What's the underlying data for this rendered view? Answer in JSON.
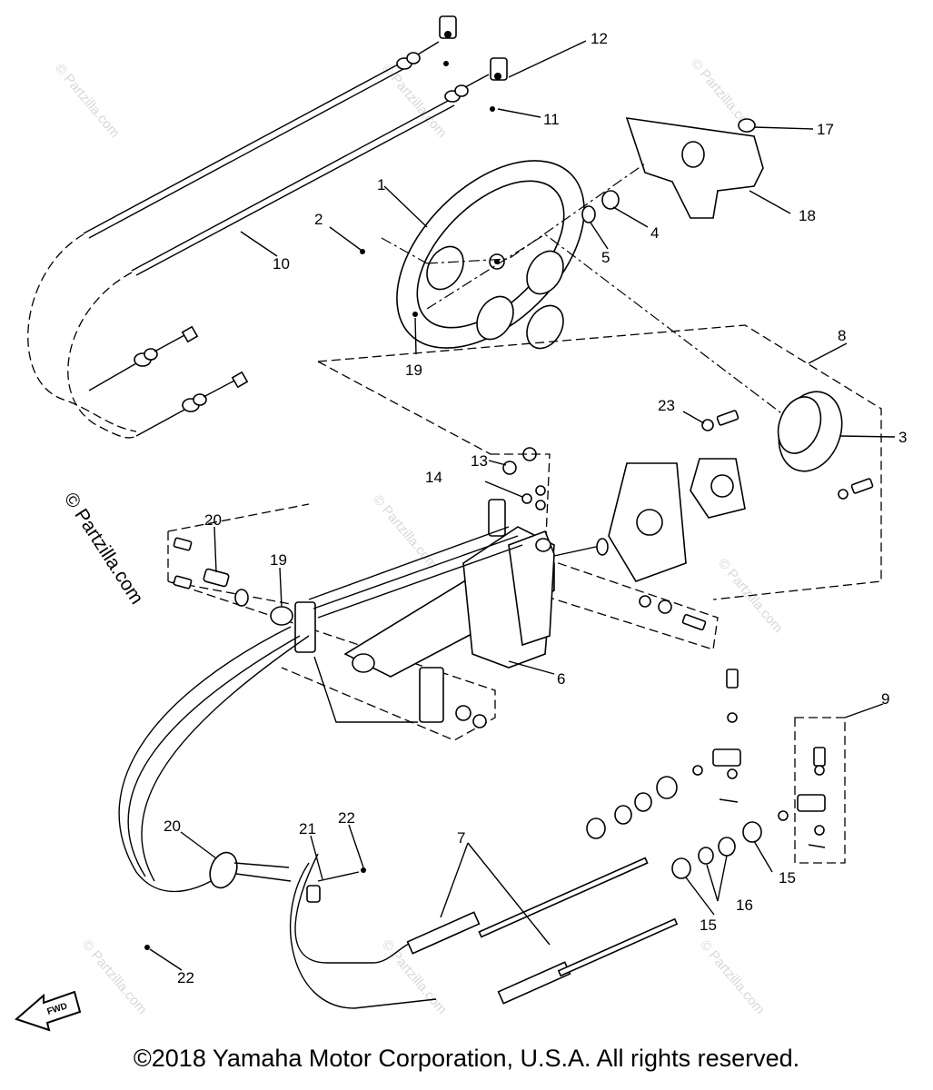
{
  "callouts": {
    "c1": "1",
    "c2": "2",
    "c3": "3",
    "c4": "4",
    "c5": "5",
    "c6": "6",
    "c7": "7",
    "c8": "8",
    "c9": "9",
    "c10": "10",
    "c11": "11",
    "c12": "12",
    "c13": "13",
    "c14": "14",
    "c15a": "15",
    "c15b": "15",
    "c16": "16",
    "c17": "17",
    "c18": "18",
    "c19a": "19",
    "c19b": "19",
    "c20a": "20",
    "c20b": "20",
    "c21": "21",
    "c22a": "22",
    "c22b": "22",
    "c23": "23"
  },
  "watermark": {
    "small": "© Partzilla.com",
    "side": "© Partzilla.com"
  },
  "fwd_badge": "FWD",
  "copyright": "©2018  Yamaha Motor Corporation, U.S.A. All rights reserved.",
  "icons": [
    "fwd-arrow-icon"
  ]
}
